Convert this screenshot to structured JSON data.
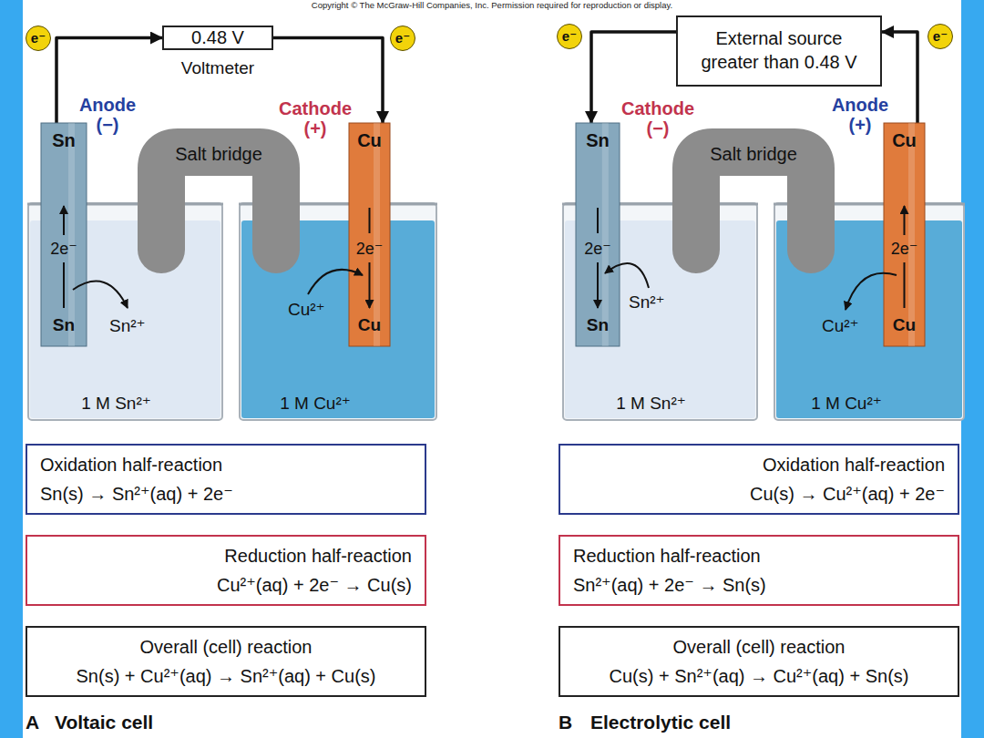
{
  "diagram": {
    "nodes": [
      {
        "text": [
          "0.48 V",
          "Voltmeter"
        ]
      },
      {
        "text": [
          "e⁻"
        ]
      },
      {
        "text": [
          "e⁻"
        ]
      },
      {
        "text": [
          "1 M Sn²⁺"
        ]
      },
      {
        "text": [
          "1 M Cu²⁺"
        ]
      },
      {
        "text": [
          "Sn"
        ]
      },
      {
        "text": [
          "Salt bridge"
        ]
      },
      {
        "text": [
          "Cu"
        ]
      },
      {
        "text": [
          "Oxidation half-reaction",
          "Sn(s) → Sn²⁺(aq) + 2e⁻"
        ]
      },
      {
        "text": [
          "Reduction half-reaction",
          "Cu²⁺(aq) + 2e⁻ → Cu(s)"
        ]
      },
      {
        "text": [
          "Overall (cell) reaction",
          "Sn(s) + Cu²⁺(aq) → Sn²⁺(aq) + Cu(s)"
        ]
      },
      {
        "text": [
          "External source greater than 0.48 V"
        ]
      },
      {
        "text": [
          "e⁻"
        ]
      },
      {
        "text": [
          "e⁻"
        ]
      },
      {
        "text": [
          "1 M Sn²⁺"
        ]
      },
      {
        "text": [
          "1 M Cu²⁺"
        ]
      },
      {
        "text": [
          "Sn"
        ]
      },
      {
        "text": [
          "Salt bridge"
        ]
      },
      {
        "text": [
          "Cu"
        ]
      },
      {
        "text": [
          "Oxidation half-reaction",
          "Cu(s) → Cu²⁺(aq) + 2e⁻"
        ]
      },
      {
        "text": [
          "Reduction half-reaction",
          "Sn²⁺(aq) + 2e⁻ → Sn(s)"
        ]
      },
      {
        "text": [
          "Overall (cell) reaction",
          "Cu(s) + Sn²⁺(aq) → Cu²⁺(aq) + Sn(s)"
        ]
      }
    ],
    "edges": [
      {
        "from": 5,
        "to": 0,
        "arrow": "to"
      },
      {
        "from": 0,
        "to": 7,
        "arrow": "to"
      },
      {
        "from": 11,
        "to": 16,
        "arrow": "to"
      },
      {
        "from": 18,
        "to": 11,
        "arrow": "to"
      }
    ],
    "labels": [
      "Copyright © The McGraw-Hill Companies, Inc. Permission required for reproduction or display.",
      "Anode (−)",
      "Cathode (+)",
      "2e⁻",
      "Sn",
      "Sn²⁺",
      "Cu²⁺",
      "2e⁻",
      "Cu",
      "Cathode (−)",
      "Anode (+)",
      "2e⁻",
      "Sn",
      "Sn²⁺",
      "Cu²⁺",
      "2e⁻",
      "Cu",
      "A",
      "Voltaic cell",
      "B",
      "Electrolytic cell"
    ]
  }
}
